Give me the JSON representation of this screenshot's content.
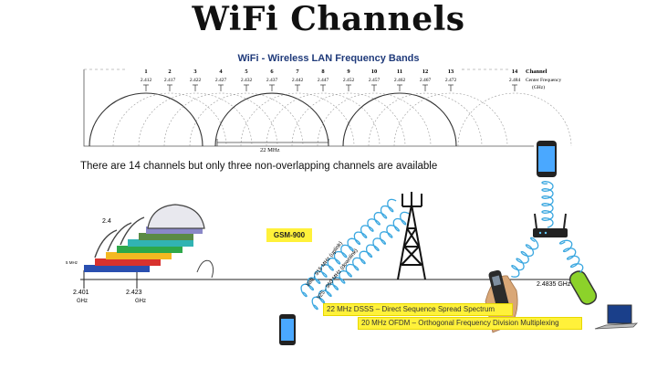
{
  "title": "WiFi Channels",
  "subtitle": "WiFi - Wireless LAN Frequency Bands",
  "channel_header": "Channel",
  "center_header_line1": "Center Frequency",
  "center_header_line2": "(GHz)",
  "channels": [
    {
      "num": "1",
      "freq": "2.412"
    },
    {
      "num": "2",
      "freq": "2.417"
    },
    {
      "num": "3",
      "freq": "2.422"
    },
    {
      "num": "4",
      "freq": "2.427"
    },
    {
      "num": "5",
      "freq": "2.432"
    },
    {
      "num": "6",
      "freq": "2.437"
    },
    {
      "num": "7",
      "freq": "2.442"
    },
    {
      "num": "8",
      "freq": "2.447"
    },
    {
      "num": "9",
      "freq": "2.452"
    },
    {
      "num": "10",
      "freq": "2.457"
    },
    {
      "num": "11",
      "freq": "2.462"
    },
    {
      "num": "12",
      "freq": "2.467"
    },
    {
      "num": "13",
      "freq": "2.472"
    },
    {
      "num": "14",
      "freq": "2.484"
    }
  ],
  "bandwidth_label": "22 MHz",
  "note": "There are 14 channels but only three non-overlapping channels are available",
  "band_label_top": "2.4",
  "band_label_mhz": "5 MHz",
  "band_start_val": "2.401",
  "band_start_unit": "GHz",
  "band_second_val": "2.423",
  "band_second_unit": "GHz",
  "band_end": "2.4835 GHz",
  "gsm": "GSM-900",
  "uplink": "880 - 915 MHz (uplink)",
  "downlink": "925 - 960 MHz (downlink)",
  "dsss": "22 MHz DSSS – Direct Sequence Spread Spectrum",
  "ofdm": "20 MHz OFDM – Orthogonal Frequency Division Multiplexing",
  "colors": {
    "title": "#111111",
    "subtitle": "#1f3a7a",
    "wave": "#3aa7e0",
    "highlight": "#fff13a",
    "bars": [
      "#2a4fb0",
      "#d8322e",
      "#f4b921",
      "#2ea84a",
      "#31b3b3",
      "#5a8a45",
      "#8a88c8"
    ]
  }
}
